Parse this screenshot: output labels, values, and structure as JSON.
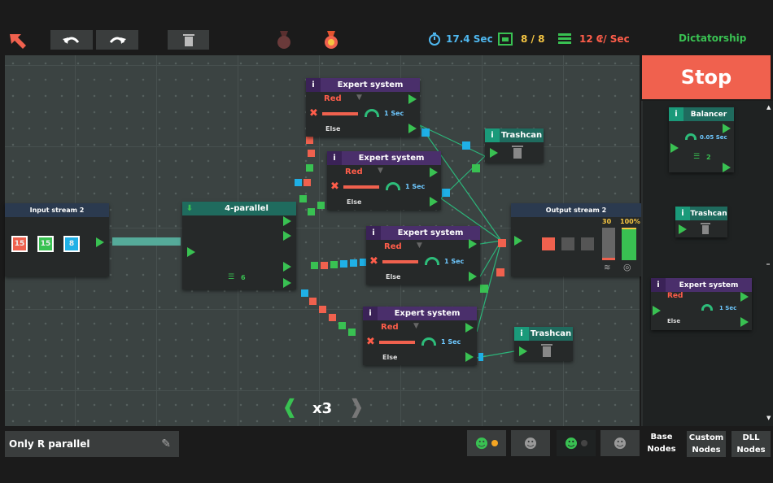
{
  "toolbar": {
    "back_icon": "arrow-up-left-icon",
    "undo_icon": "undo-icon",
    "redo_icon": "redo-icon",
    "delete_icon": "trash-icon",
    "time": "17.4 Sec",
    "nodes": "8 / 8",
    "cost": "12 ₢/ Sec",
    "mode": "Dictatorship"
  },
  "stop_label": "Stop",
  "input_node": {
    "title": "Input stream 2",
    "values": [
      "15",
      "15",
      "8"
    ]
  },
  "parallel_node": {
    "title": "4-parallel",
    "count": "6"
  },
  "expert_systems": [
    {
      "info": "i",
      "title": "Expert system",
      "color": "Red",
      "time": "1 Sec",
      "else": "Else"
    },
    {
      "info": "i",
      "title": "Expert system",
      "color": "Red",
      "time": "1 Sec",
      "else": "Else"
    },
    {
      "info": "i",
      "title": "Expert system",
      "color": "Red",
      "time": "1 Sec",
      "else": "Else"
    },
    {
      "info": "i",
      "title": "Expert system",
      "color": "Red",
      "time": "1 Sec",
      "else": "Else"
    }
  ],
  "trashcans": [
    {
      "info": "i",
      "title": "Trashcan"
    },
    {
      "info": "i",
      "title": "Trashcan"
    }
  ],
  "output_node": {
    "title": "Output stream 2",
    "count": "30",
    "percent": "100%",
    "progress_fraction": 1.0
  },
  "speed": {
    "label": "x3"
  },
  "palette": {
    "balancer": {
      "info": "i",
      "title": "Balancer",
      "time": "0.05 Sec",
      "count": "2"
    },
    "trashcan": {
      "info": "i",
      "title": "Trashcan"
    },
    "expert": {
      "info": "i",
      "title": "Expert system",
      "color": "Red",
      "time": "1 Sec",
      "else": "Else"
    }
  },
  "level_name": "Only R parallel",
  "tabs": {
    "base": "Base Nodes",
    "custom": "Custom Nodes",
    "dll": "DLL Nodes"
  },
  "colors": {
    "accent": "#f0614e",
    "green": "#39c152",
    "blue": "#1fb0e6",
    "teal": "#1f7a6e",
    "purple": "#4a2f6b"
  }
}
